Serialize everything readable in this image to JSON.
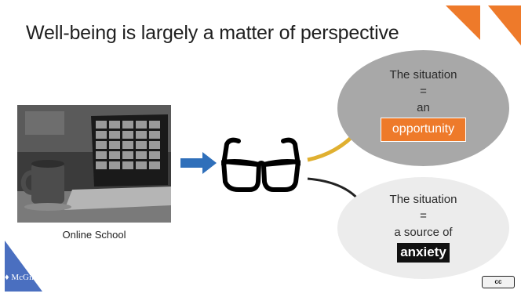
{
  "slide": {
    "title": "Well-being is largely a matter of perspective",
    "photo_caption": "Online School",
    "positive": {
      "line1": "The situation",
      "line2": "=",
      "line3": "an",
      "highlight": "opportunity"
    },
    "negative": {
      "line1": "The situation",
      "line2": "=",
      "line3": "a source of",
      "highlight": "anxiety"
    },
    "logo_text": "McGill",
    "license_label": "cc"
  },
  "colors": {
    "orange": "#ee7a2a",
    "blue": "#4a6fc0",
    "arrow_blue": "#2f6fba",
    "arrow_gold": "#e0b030",
    "ellipse_gray": "#a8a8a8",
    "ellipse_light": "#ececec"
  },
  "icons": [
    "glasses-icon",
    "right-arrow-icon",
    "curved-arrow-up-icon",
    "curved-arrow-down-icon"
  ]
}
